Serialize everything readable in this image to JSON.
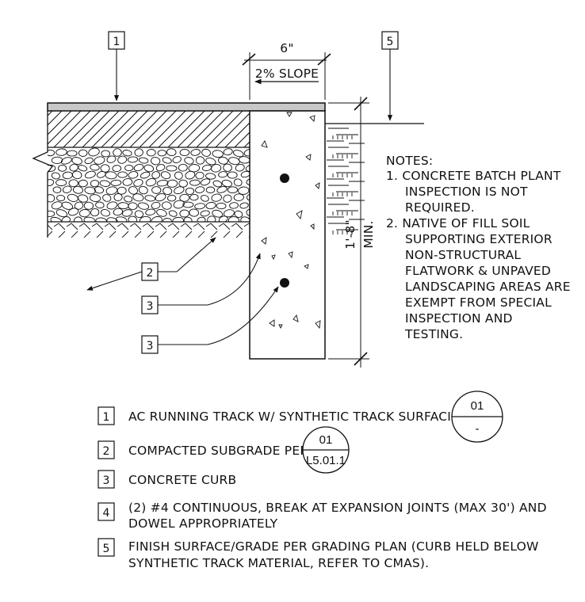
{
  "drawing": {
    "dimensions": {
      "width_label": "6\"",
      "height_label": "1'-8\"",
      "height_min_label": "MIN."
    },
    "slope_label": "2% SLOPE",
    "callout_tags": {
      "top_left": "1",
      "top_right": "5",
      "subgrade": "2",
      "rebar_upper": "3",
      "rebar_lower": "3"
    },
    "notes": {
      "heading": "NOTES:",
      "lines": [
        "1. CONCRETE BATCH PLANT",
        "INSPECTION IS NOT",
        "REQUIRED.",
        "2. NATIVE OF FILL SOIL",
        "SUPPORTING EXTERIOR",
        "NON-STRUCTURAL",
        "FLATWORK & UNPAVED",
        "LANDSCAPING AREAS ARE",
        "EXEMPT FROM SPECIAL",
        "INSPECTION AND",
        "TESTING."
      ]
    }
  },
  "legend": [
    {
      "key": "1",
      "lines": [
        "AC RUNNING TRACK W/ SYNTHETIC TRACK SURFACING"
      ],
      "ref": {
        "top": "01",
        "bottom": "-"
      }
    },
    {
      "key": "2",
      "lines": [
        "COMPACTED SUBGRADE PER"
      ],
      "ref": {
        "top": "01",
        "bottom": "L5.01.1"
      }
    },
    {
      "key": "3",
      "lines": [
        "CONCRETE CURB"
      ]
    },
    {
      "key": "4",
      "lines": [
        "(2) #4 CONTINUOUS, BREAK AT EXPANSION JOINTS (MAX 30') AND",
        "DOWEL APPROPRIATELY"
      ]
    },
    {
      "key": "5",
      "lines": [
        "FINISH SURFACE/GRADE PER GRADING PLAN (CURB HELD BELOW",
        "SYNTHETIC TRACK MATERIAL, REFER TO CMAS)."
      ]
    }
  ],
  "colors": {
    "ink": "#111111",
    "surfacing": "#c8c8c8",
    "background": "#ffffff"
  }
}
